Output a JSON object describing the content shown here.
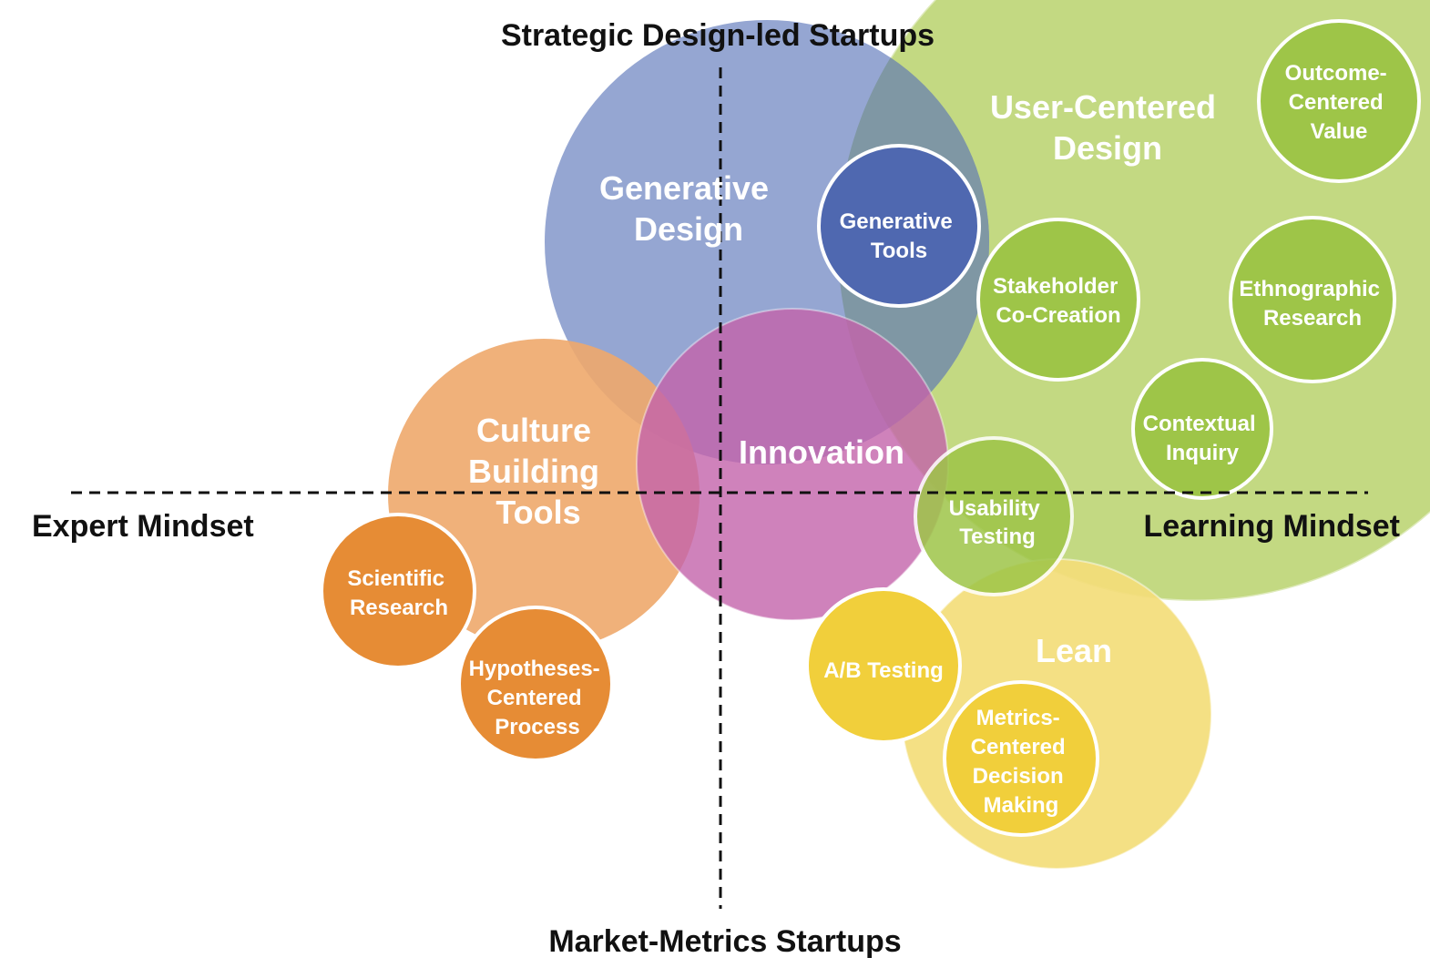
{
  "axes": {
    "top": "Strategic Design-led Startups",
    "bottom": "Market-Metrics Startups",
    "left": "Expert Mindset",
    "right": "Learning Mindset"
  },
  "colors": {
    "user_centered": "#c3d982",
    "generative": "#8397cb",
    "overlap": "#7f97a4",
    "culture": "#eea96b",
    "innovation": "#c463ab",
    "lean": "#f4de7a",
    "small_green": "#9ec548",
    "small_orange": "#e68c35",
    "small_yellow": "#f1cf3b",
    "small_blue": "#4f68b0"
  },
  "big_circles": {
    "user_centered": [
      "User-Centered",
      "Design"
    ],
    "generative": [
      "Generative",
      "Design"
    ],
    "culture": [
      "Culture",
      "Building",
      "Tools"
    ],
    "innovation": [
      "Innovation"
    ],
    "lean": [
      "Lean"
    ]
  },
  "small_circles": {
    "outcome": [
      "Outcome-",
      "Centered",
      "Value"
    ],
    "generative_tools": [
      "Generative",
      "Tools"
    ],
    "stakeholder": [
      "Stakeholder",
      "Co-Creation"
    ],
    "ethnographic": [
      "Ethnographic",
      "Research"
    ],
    "contextual": [
      "Contextual",
      "Inquiry"
    ],
    "usability": [
      "Usability",
      "Testing"
    ],
    "scientific": [
      "Scientific",
      "Research"
    ],
    "hypotheses": [
      "Hypotheses-",
      "Centered",
      "Process"
    ],
    "ab_testing": [
      "A/B Testing"
    ],
    "metrics": [
      "Metrics-",
      "Centered",
      "Decision",
      "Making"
    ]
  }
}
